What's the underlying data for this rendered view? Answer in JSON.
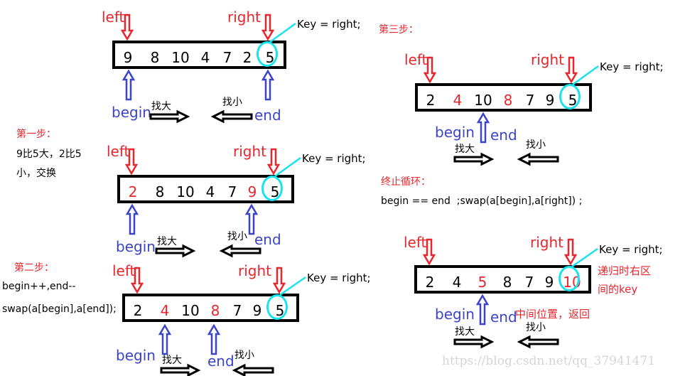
{
  "labels": {
    "left": "left",
    "right": "right",
    "begin": "begin",
    "end": "end",
    "key": "Key = right;",
    "find_big": "找大",
    "find_small": "找小"
  },
  "panels": [
    {
      "id": "initial",
      "values": [
        "9",
        "8",
        "10",
        "4",
        "7",
        "2",
        "5"
      ],
      "red": []
    },
    {
      "id": "step1",
      "values": [
        "2",
        "8",
        "10",
        "4",
        "7",
        "9",
        "5"
      ],
      "red": [
        0,
        5
      ]
    },
    {
      "id": "step2",
      "values": [
        "2",
        "4",
        "10",
        "8",
        "7",
        "9",
        "5"
      ],
      "red": [
        1,
        3
      ]
    },
    {
      "id": "step3",
      "values": [
        "2",
        "4",
        "10",
        "8",
        "7",
        "9",
        "5"
      ],
      "red": [
        1,
        3
      ]
    },
    {
      "id": "end",
      "values": [
        "2",
        "4",
        "5",
        "8",
        "7",
        "9",
        "10"
      ],
      "red": [
        2,
        6
      ]
    }
  ],
  "notes": {
    "step1_title": "第一步：",
    "step1_line1": "9比5大，2比5",
    "step1_line2": "小，交换",
    "step2_title": "第二步：",
    "step2_line1": "begin++,end--",
    "step2_line2": "swap(a[begin],a[end]);",
    "step3_title": "第三步：",
    "stop_title": "终止循环：",
    "stop_line": "begin == end  ;swap(a[begin],a[right]) ;",
    "recursion_line1": "递归时右区",
    "recursion_line2": "间的key",
    "middle_return": "中间位置，返回"
  },
  "watermark": "https://blog.csdn.net/qq_37941471",
  "colors": {
    "pointer_red": "#e8262d",
    "pointer_blue": "#3c44c8",
    "key_circle": "#19e3ee"
  }
}
